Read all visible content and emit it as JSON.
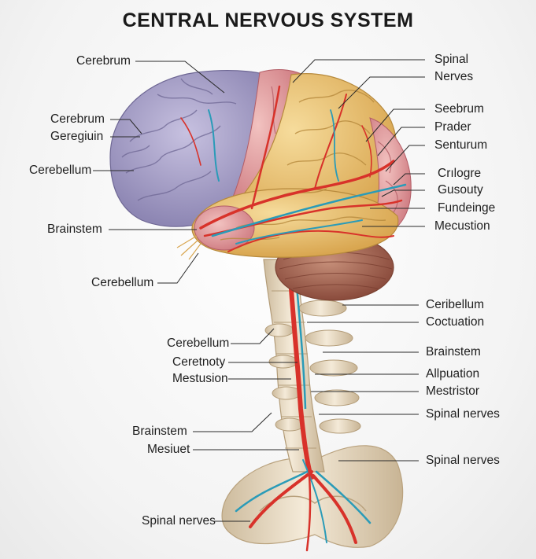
{
  "title": "CENTRAL NERVOUS SYSTEM",
  "labels": {
    "left": [
      "Cerebrum",
      "Cerebrum",
      "Geregiuin",
      "Cerebellum",
      "Brainstem",
      "Cerebellum",
      "Cerebellum",
      "Ceretnoty",
      "Mestusion",
      "Brainstem",
      "Mesiuet",
      "Spinal nerves"
    ],
    "right": [
      "Spinal",
      "Nerves",
      "Seebrum",
      "Prader",
      "Senturum",
      "Crılogre",
      "Gusouty",
      "Fundeinge",
      "Mecustion",
      "Ceribellum",
      "Coctuation",
      "Brainstem",
      "Allpuation",
      "Mestristor",
      "Spinal nerves",
      "Spinal nerves"
    ]
  },
  "colors": {
    "cerebrum_lobe": "#a9a3c9",
    "parietal_lobe": "#e8c47c",
    "frontal_lobe": "#e7a9a8",
    "temporal_lobe": "#eab56b",
    "cerebellum": "#a86a55",
    "spine": "#e6d7bf",
    "artery": "#d8322a",
    "vein": "#2a9bb8"
  }
}
